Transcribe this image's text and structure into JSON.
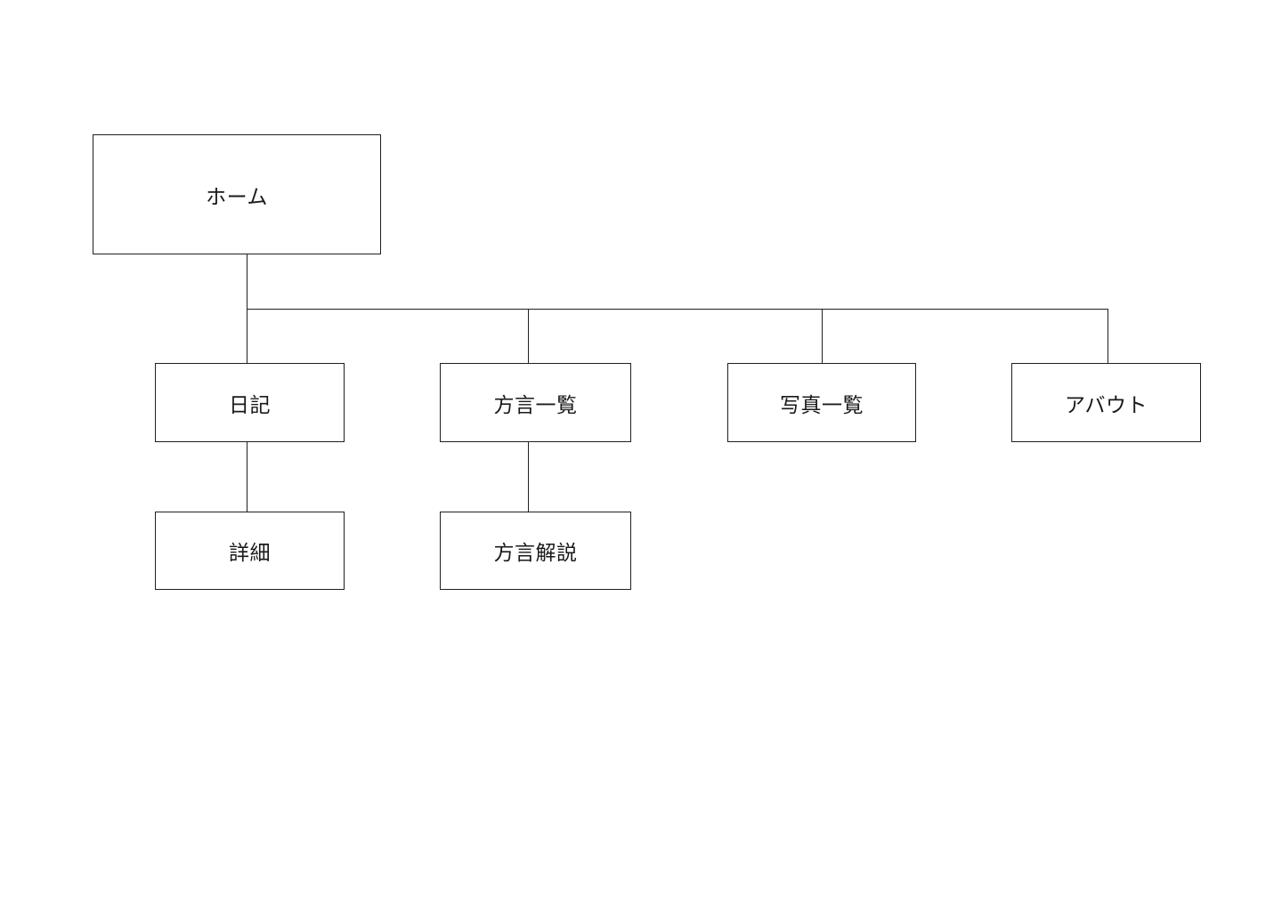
{
  "diagram": {
    "kind": "sitemap-tree",
    "colors": {
      "background": "#ffffff",
      "box_border": "#1f1f1f",
      "connector_line": "#1f1f1f",
      "text": "#1a1a1a"
    },
    "nodes": {
      "home": {
        "label": "ホーム",
        "level": 1
      },
      "diary": {
        "label": "日記",
        "level": 2,
        "parent": "home"
      },
      "dialect_list": {
        "label": "方言一覧",
        "level": 2,
        "parent": "home"
      },
      "photo_list": {
        "label": "写真一覧",
        "level": 2,
        "parent": "home"
      },
      "about": {
        "label": "アバウト",
        "level": 2,
        "parent": "home"
      },
      "detail": {
        "label": "詳細",
        "level": 3,
        "parent": "diary"
      },
      "dialect_explanation": {
        "label": "方言解説",
        "level": 3,
        "parent": "dialect_list"
      }
    }
  }
}
